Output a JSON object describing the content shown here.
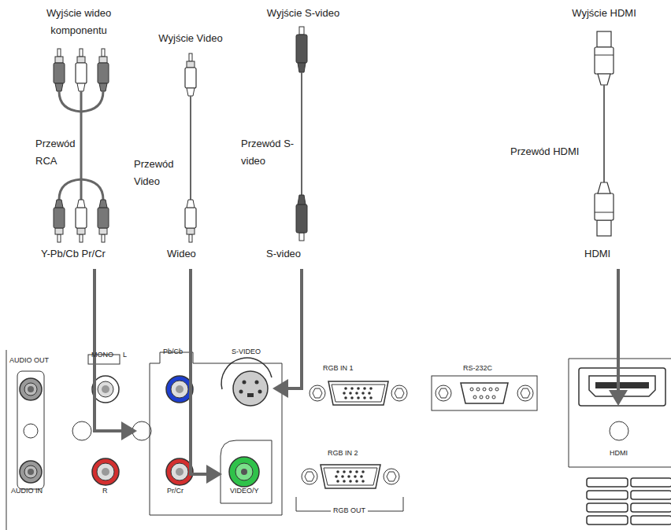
{
  "diagram": {
    "labels": [
      "Wyjście wideo komponentu",
      "Wyjście Video",
      "Wyjście S-video",
      "Wyjście HDMI",
      "Przewód RCA",
      "Przewód Video",
      "Przewód S-video",
      "Przewód HDMI",
      "Y-Pb/Cb Pr/Cr",
      "Wideo",
      "S-video",
      "HDMI",
      "AUDIO OUT",
      "MONO",
      "L",
      "Pb/Cb",
      "S-VIDEO",
      "RGB IN 1",
      "RS-232C",
      "HDMI",
      "AUDIO IN",
      "R",
      "Pr/Cr",
      "VIDEO/Y",
      "RGB IN 2",
      "RGB OUT"
    ]
  }
}
